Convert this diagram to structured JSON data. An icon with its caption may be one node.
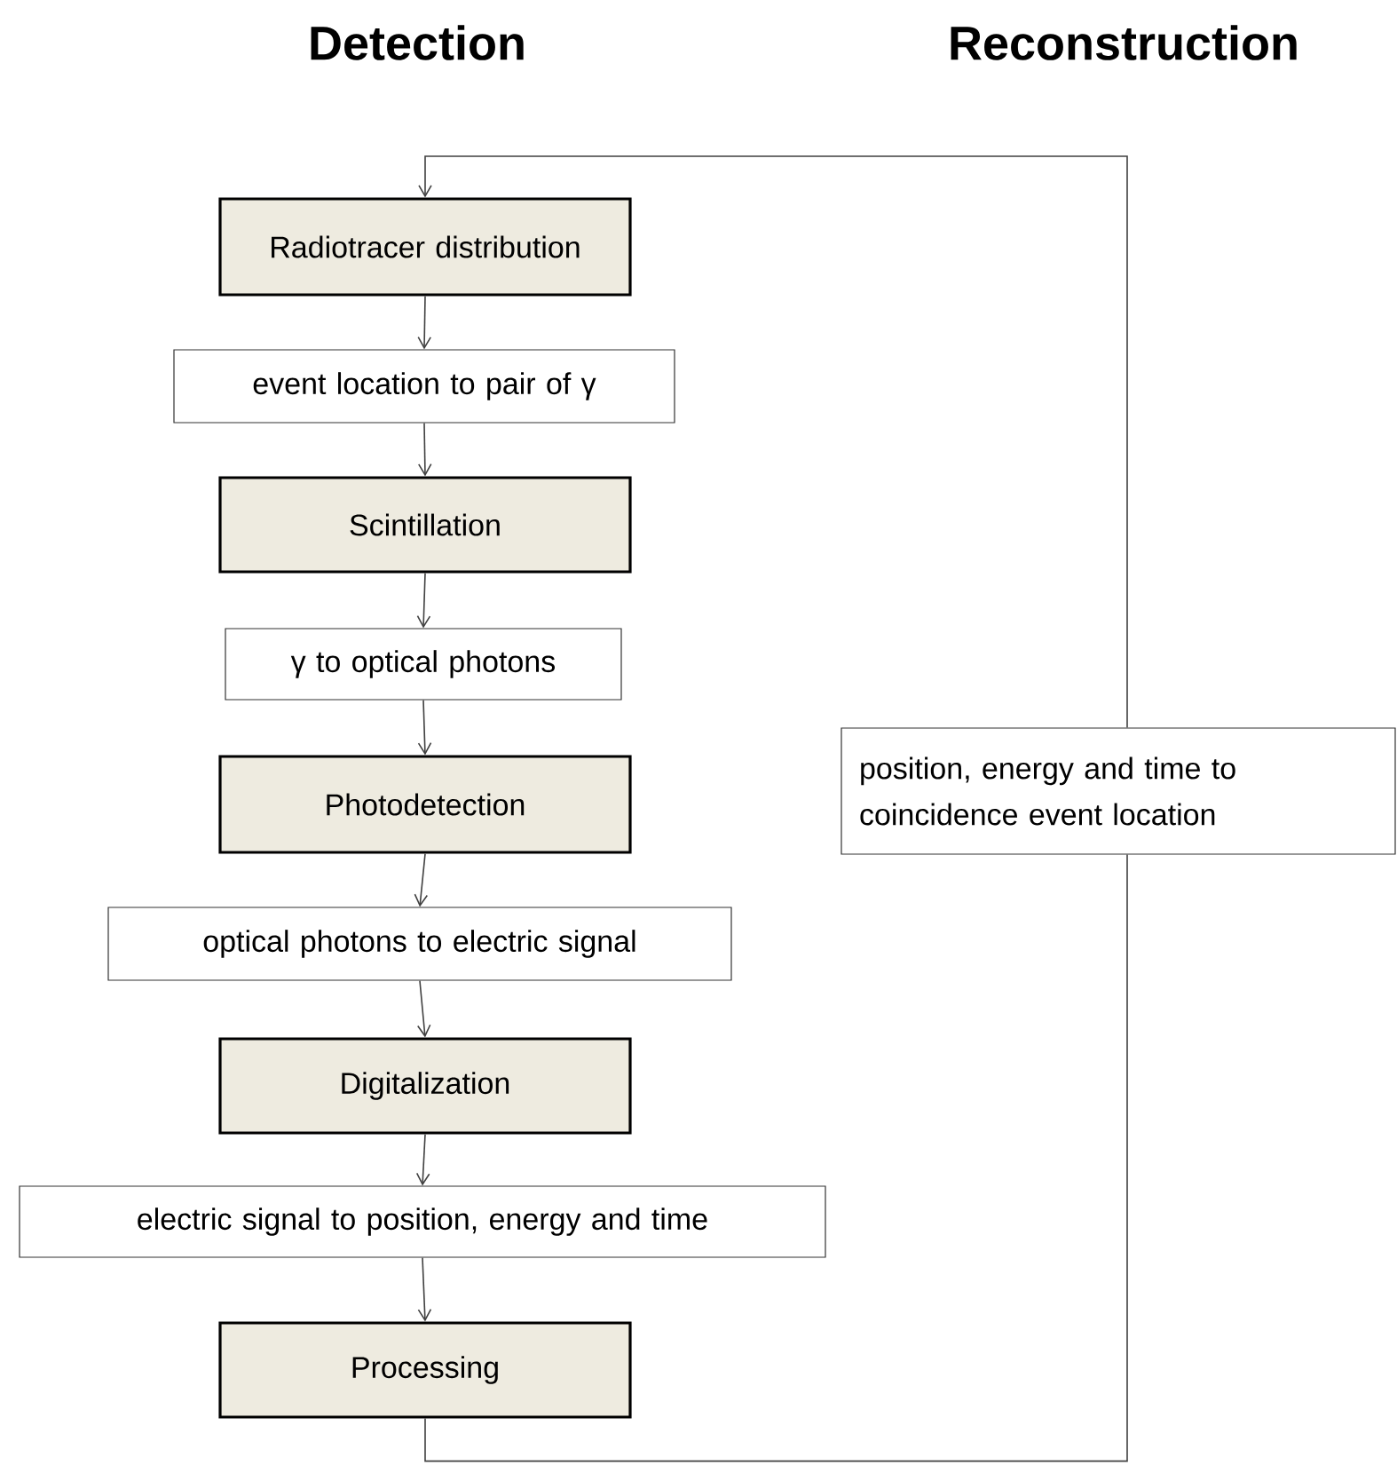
{
  "diagram": {
    "nodes": [
      {
        "text": [
          "Radiotracer distribution"
        ]
      },
      {
        "text": [
          "event location to pair of γ"
        ]
      },
      {
        "text": [
          "Scintillation"
        ]
      },
      {
        "text": [
          "γ to optical photons"
        ]
      },
      {
        "text": [
          "Photodetection"
        ]
      },
      {
        "text": [
          "optical photons to electric signal"
        ]
      },
      {
        "text": [
          "Digitalization"
        ]
      },
      {
        "text": [
          "electric signal to position, energy and time"
        ]
      },
      {
        "text": [
          "Processing"
        ]
      },
      {
        "text": [
          "position, energy and time to coincidence event location"
        ]
      }
    ],
    "edges": [
      {
        "from": 0,
        "to": 1,
        "arrow": "to"
      },
      {
        "from": 1,
        "to": 2,
        "arrow": "to"
      },
      {
        "from": 2,
        "to": 3,
        "arrow": "to"
      },
      {
        "from": 3,
        "to": 4,
        "arrow": "to"
      },
      {
        "from": 4,
        "to": 5,
        "arrow": "to"
      },
      {
        "from": 5,
        "to": 6,
        "arrow": "to"
      },
      {
        "from": 6,
        "to": 7,
        "arrow": "to"
      },
      {
        "from": 7,
        "to": 8,
        "arrow": "to"
      },
      {
        "from": 8,
        "to": 9,
        "arrow": "none"
      },
      {
        "from": 9,
        "to": 0,
        "arrow": "to"
      }
    ],
    "labels": [
      "Detection",
      "Reconstruction"
    ]
  }
}
